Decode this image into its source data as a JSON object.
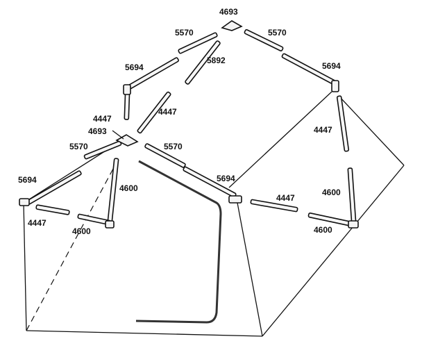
{
  "diagram": {
    "labels": {
      "peak_hub": "4693",
      "ridge_pole_left": "5570",
      "ridge_pole_right": "5570",
      "center_pole": "5892",
      "rafter_upper_left": "5694",
      "rafter_upper_right": "5694",
      "brace_left": "4447",
      "brace_center": "4447",
      "brace_right": "4447",
      "hub_left": "4693",
      "eave_pole_left": "5570",
      "eave_pole_center": "5570",
      "rafter_lower_left": "5694",
      "rafter_lower_center": "5694",
      "leg_center": "4600",
      "leg_right": "4600",
      "base_left_short": "4447",
      "base_left_long": "4600",
      "base_right_short": "4447",
      "base_right_long": "4600"
    }
  }
}
